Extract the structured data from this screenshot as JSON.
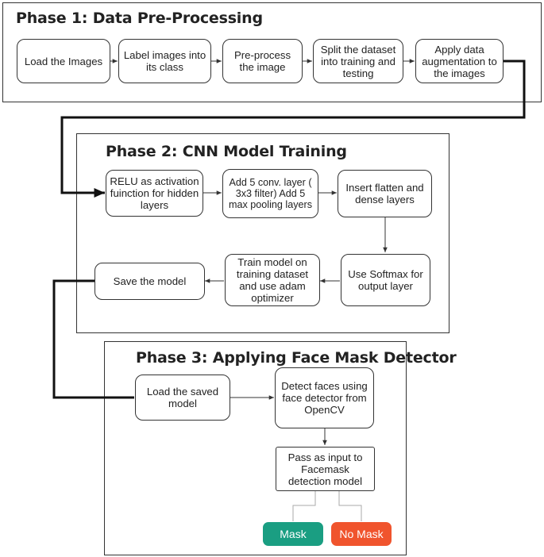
{
  "phase1": {
    "title": "Phase 1:  Data Pre-Processing",
    "steps": [
      {
        "label": "Load the Images"
      },
      {
        "label": "Label images into its class"
      },
      {
        "label": "Pre-process the image"
      },
      {
        "label": "Split the dataset into training and testing"
      },
      {
        "label": "Apply data augmentation to the images"
      }
    ]
  },
  "phase2": {
    "title": "Phase 2: CNN Model Training",
    "steps": [
      {
        "label": "RELU as activation fuinction for hidden layers"
      },
      {
        "label": "Add 5 conv. layer ( 3x3 filter) Add 5 max pooling layers"
      },
      {
        "label": "Insert flatten and dense layers"
      },
      {
        "label": "Use Softmax for output layer"
      },
      {
        "label": "Train model on training dataset and use adam optimizer"
      },
      {
        "label": "Save the model"
      }
    ]
  },
  "phase3": {
    "title": "Phase 3: Applying Face Mask Detector",
    "steps": [
      {
        "label": "Load the saved model"
      },
      {
        "label": "Detect faces using face detector from OpenCV"
      },
      {
        "label": "Pass as input to Facemask detection model"
      }
    ],
    "outcomes": {
      "mask": {
        "label": "Mask",
        "color": "#1a9e82"
      },
      "no_mask": {
        "label": "No Mask",
        "color": "#f0542d"
      }
    }
  }
}
